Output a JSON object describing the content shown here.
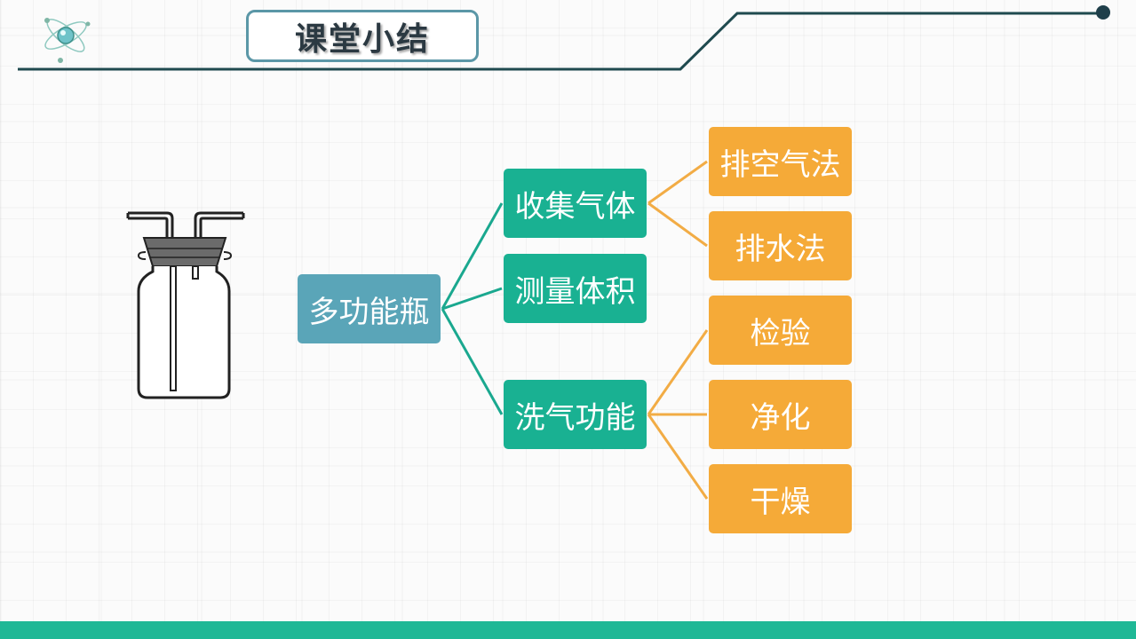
{
  "header": {
    "title": "课堂小结",
    "logo_icon": "atom-icon",
    "line_color": "#1f4a4f",
    "dot_color": "#1f3f4a"
  },
  "diagram": {
    "image_icon": "gas-washing-bottle-icon",
    "root": {
      "label": "多功能瓶",
      "color": "#5aa5b8"
    },
    "branches": [
      {
        "label": "收集气体",
        "color": "#19b192",
        "children": [
          "排空气法",
          "排水法"
        ]
      },
      {
        "label": "测量体积",
        "color": "#19b192",
        "children": []
      },
      {
        "label": "洗气功能",
        "color": "#19b192",
        "children": [
          "检验",
          "净化",
          "干燥"
        ]
      }
    ],
    "leaf_color": "#f5aa38",
    "branch_line_color": "#1aa88f",
    "leaf_line_color": "#f2ac45"
  },
  "footer": {
    "bar_color": "#1fb896"
  }
}
